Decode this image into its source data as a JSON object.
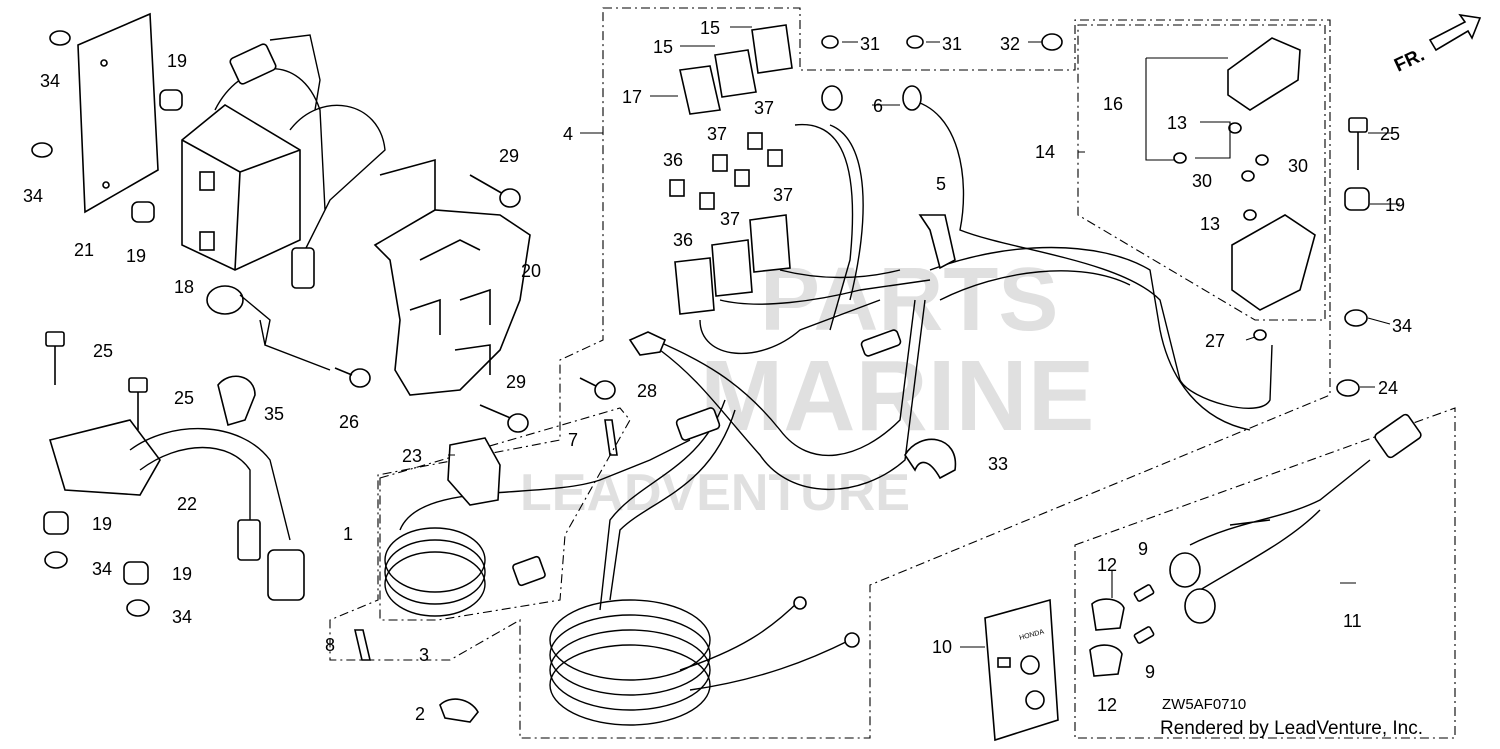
{
  "diagram": {
    "reference_code": "ZW5AF0710",
    "credit": "Rendered by LeadVenture, Inc.",
    "direction_label": "FR.",
    "watermark": {
      "line1": "PARTS",
      "line2": "MARINE",
      "line3": "LEADVENTURE"
    },
    "panel_brand": "HONDA",
    "callouts": [
      {
        "id": "c1",
        "label": "1"
      },
      {
        "id": "c2",
        "label": "2"
      },
      {
        "id": "c3",
        "label": "3"
      },
      {
        "id": "c4",
        "label": "4"
      },
      {
        "id": "c5",
        "label": "5"
      },
      {
        "id": "c6",
        "label": "6"
      },
      {
        "id": "c7",
        "label": "7"
      },
      {
        "id": "c8",
        "label": "8"
      },
      {
        "id": "c9a",
        "label": "9"
      },
      {
        "id": "c9b",
        "label": "9"
      },
      {
        "id": "c10",
        "label": "10"
      },
      {
        "id": "c11",
        "label": "11"
      },
      {
        "id": "c12a",
        "label": "12"
      },
      {
        "id": "c12b",
        "label": "12"
      },
      {
        "id": "c13a",
        "label": "13"
      },
      {
        "id": "c13b",
        "label": "13"
      },
      {
        "id": "c14",
        "label": "14"
      },
      {
        "id": "c15a",
        "label": "15"
      },
      {
        "id": "c15b",
        "label": "15"
      },
      {
        "id": "c16",
        "label": "16"
      },
      {
        "id": "c17",
        "label": "17"
      },
      {
        "id": "c18",
        "label": "18"
      },
      {
        "id": "c19a",
        "label": "19"
      },
      {
        "id": "c19b",
        "label": "19"
      },
      {
        "id": "c19c",
        "label": "19"
      },
      {
        "id": "c19d",
        "label": "19"
      },
      {
        "id": "c19e",
        "label": "19"
      },
      {
        "id": "c20",
        "label": "20"
      },
      {
        "id": "c21",
        "label": "21"
      },
      {
        "id": "c22",
        "label": "22"
      },
      {
        "id": "c23",
        "label": "23"
      },
      {
        "id": "c24",
        "label": "24"
      },
      {
        "id": "c25a",
        "label": "25"
      },
      {
        "id": "c25b",
        "label": "25"
      },
      {
        "id": "c25c",
        "label": "25"
      },
      {
        "id": "c26",
        "label": "26"
      },
      {
        "id": "c27",
        "label": "27"
      },
      {
        "id": "c28",
        "label": "28"
      },
      {
        "id": "c29a",
        "label": "29"
      },
      {
        "id": "c29b",
        "label": "29"
      },
      {
        "id": "c30a",
        "label": "30"
      },
      {
        "id": "c30b",
        "label": "30"
      },
      {
        "id": "c31a",
        "label": "31"
      },
      {
        "id": "c31b",
        "label": "31"
      },
      {
        "id": "c32",
        "label": "32"
      },
      {
        "id": "c33",
        "label": "33"
      },
      {
        "id": "c34a",
        "label": "34"
      },
      {
        "id": "c34b",
        "label": "34"
      },
      {
        "id": "c34c",
        "label": "34"
      },
      {
        "id": "c34d",
        "label": "34"
      },
      {
        "id": "c34e",
        "label": "34"
      },
      {
        "id": "c35",
        "label": "35"
      },
      {
        "id": "c36a",
        "label": "36"
      },
      {
        "id": "c36b",
        "label": "36"
      },
      {
        "id": "c37a",
        "label": "37"
      },
      {
        "id": "c37b",
        "label": "37"
      },
      {
        "id": "c37c",
        "label": "37"
      },
      {
        "id": "c37d",
        "label": "37"
      }
    ]
  }
}
